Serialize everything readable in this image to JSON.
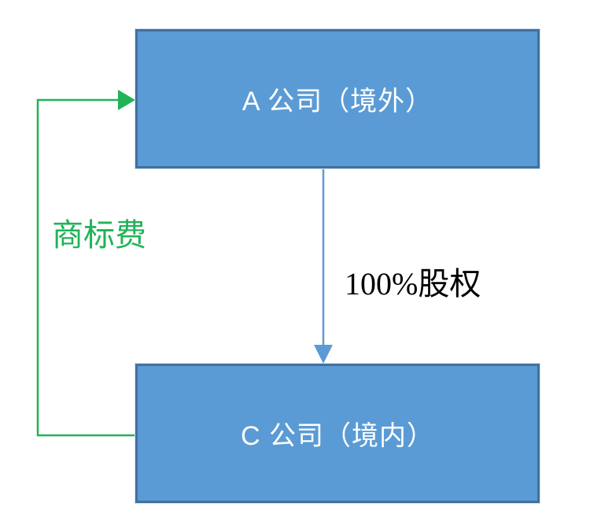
{
  "diagram": {
    "title": "equity-and-trademark-fee-structure",
    "background_color": "#ffffff",
    "colors": {
      "box_fill": "#5B9BD5",
      "box_border": "#41719C",
      "box_text": "#ffffff",
      "blue_arrow": "#5B9BD5",
      "green_arrow": "#20B358",
      "equity_label_text": "#000000"
    },
    "nodes": [
      {
        "id": "company-a",
        "label": "A 公司（境外）"
      },
      {
        "id": "company-c",
        "label": "C 公司（境内）"
      }
    ],
    "edges": [
      {
        "id": "equity",
        "from": "company-a",
        "to": "company-c",
        "label": "100%股权",
        "color": "#5B9BD5",
        "direction": "down"
      },
      {
        "id": "trademark-fee",
        "from": "company-c",
        "to": "company-a",
        "label": "商标费",
        "color": "#20B358",
        "direction": "left-up-right"
      }
    ]
  }
}
